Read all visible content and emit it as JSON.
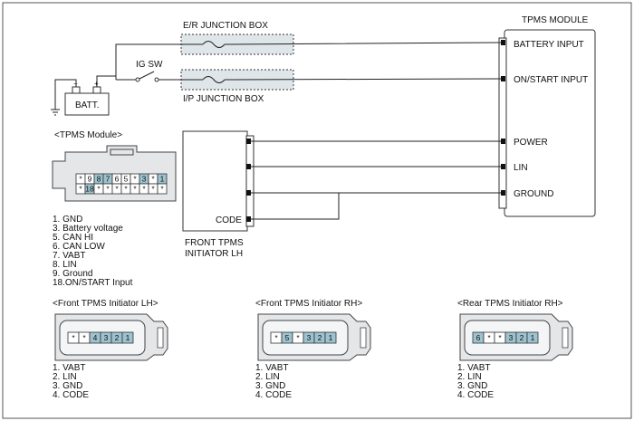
{
  "labels": {
    "er_junction": "E/R JUNCTION BOX",
    "ip_junction": "I/P JUNCTION BOX",
    "ig_sw": "IG SW",
    "batt": "BATT.",
    "tpms_module_title": "TPMS MODULE",
    "battery_input": "BATTERY INPUT",
    "on_start_input": "ON/START INPUT",
    "power": "POWER",
    "lin": "LIN",
    "ground": "GROUND",
    "code": "CODE",
    "initiator_line1": "FRONT TPMS",
    "initiator_line2": "INITIATOR LH"
  },
  "tpms_connector": {
    "title": "<TPMS Module>",
    "row1": [
      "*",
      "9",
      "8",
      "7",
      "6",
      "5",
      "*",
      "3",
      "*",
      "1"
    ],
    "row2": [
      "*",
      "18",
      "*",
      "*",
      "*",
      "*",
      "*",
      "*",
      "*",
      "*"
    ],
    "row1_highlight": [
      false,
      false,
      true,
      true,
      false,
      false,
      false,
      true,
      false,
      true
    ],
    "row2_highlight": [
      false,
      true,
      false,
      false,
      false,
      false,
      false,
      false,
      false,
      false
    ],
    "legend": [
      "1. GND",
      "3. Battery voltage",
      "5. CAN HI",
      "6. CAN LOW",
      "7. VABT",
      "8. LIN",
      "9. Ground",
      "18.ON/START Input"
    ]
  },
  "initiators": [
    {
      "title": "<Front TPMS Initiator LH>",
      "pins": [
        "*",
        "*",
        "4",
        "3",
        "2",
        "1"
      ],
      "highlight": [
        false,
        false,
        true,
        true,
        true,
        true
      ],
      "legend": [
        "1. VABT",
        "2. LIN",
        "3. GND",
        "4. CODE"
      ]
    },
    {
      "title": "<Front TPMS Initiator RH>",
      "pins": [
        "*",
        "5",
        "*",
        "3",
        "2",
        "1"
      ],
      "highlight": [
        false,
        true,
        false,
        true,
        true,
        true
      ],
      "legend": [
        "1. VABT",
        "2. LIN",
        "3. GND",
        "4. CODE"
      ]
    },
    {
      "title": "<Rear TPMS Initiator RH>",
      "pins": [
        "6",
        "*",
        "*",
        "3",
        "2",
        "1"
      ],
      "highlight": [
        true,
        false,
        false,
        true,
        true,
        true
      ],
      "legend": [
        "1. VABT",
        "2. LIN",
        "3. GND",
        "4. CODE"
      ]
    }
  ]
}
